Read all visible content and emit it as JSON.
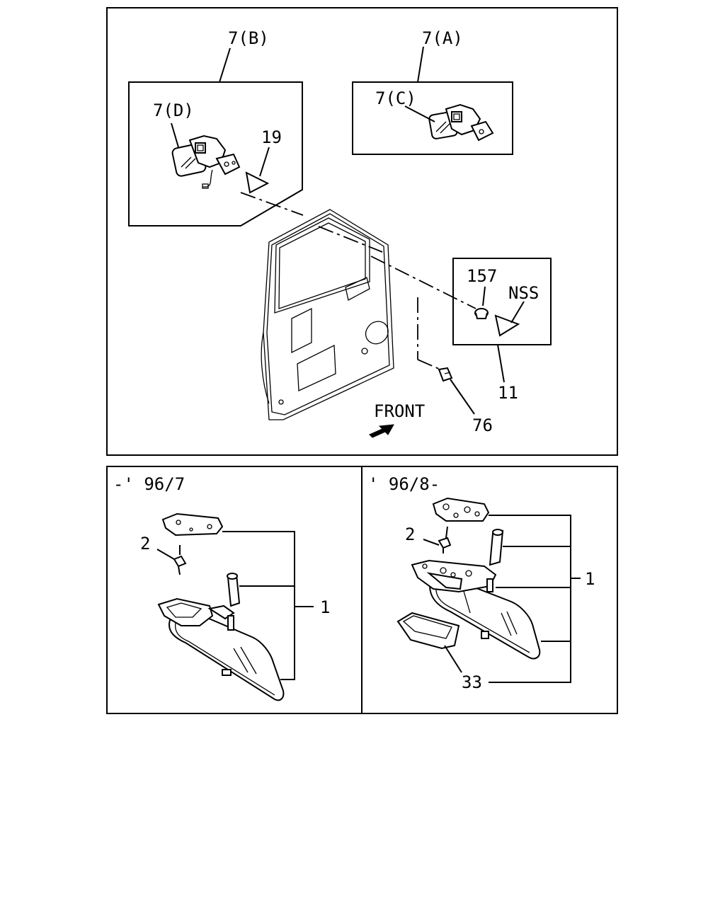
{
  "top_panel": {
    "labels": {
      "mirror_right_assy": "7(B)",
      "mirror_left_assy": "7(A)",
      "mirror_glass_right": "7(D)",
      "mirror_glass_left": "7(C)",
      "mirror_cover": "19",
      "clip": "157",
      "nss": "NSS",
      "kit": "11",
      "bolt": "76",
      "front": "FRONT"
    }
  },
  "bottom_left_panel": {
    "period": "-' 96/7",
    "labels": {
      "screw": "2",
      "mirror_assy": "1"
    }
  },
  "bottom_right_panel": {
    "period": "' 96/8-",
    "labels": {
      "screw": "2",
      "mirror_assy": "1",
      "lamp": "33"
    }
  }
}
